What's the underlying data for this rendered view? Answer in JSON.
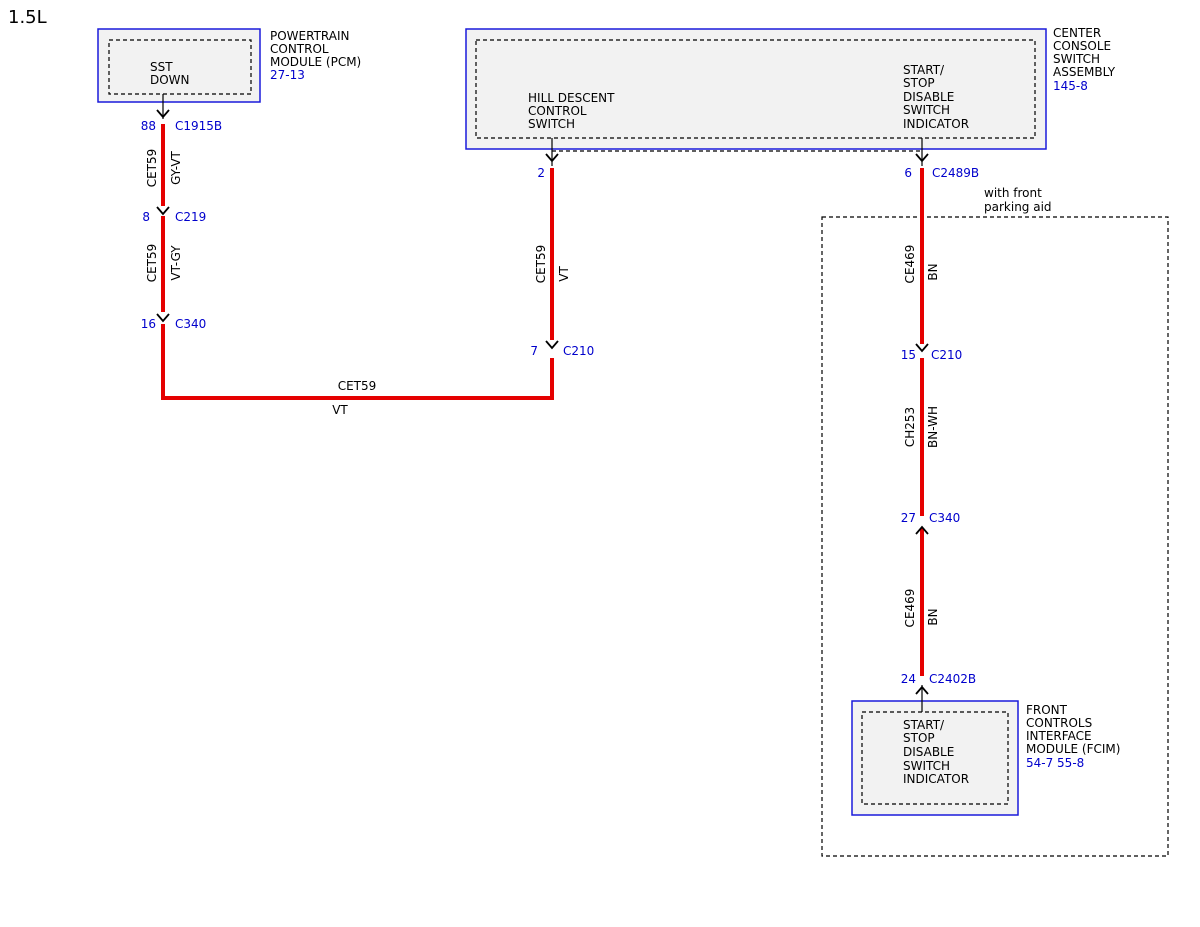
{
  "title": "1.5L",
  "colors": {
    "wire": "#e50000",
    "module_border": "#1a1adb",
    "pin_text": "#0000cc",
    "module_fill": "#f2f2f2"
  },
  "modules": {
    "pcm": {
      "name": [
        "POWERTRAIN",
        "CONTROL",
        "MODULE (PCM)"
      ],
      "ref": "27-13",
      "function": [
        "SST",
        "DOWN"
      ]
    },
    "ccsa": {
      "name": [
        "CENTER",
        "CONSOLE",
        "SWITCH",
        "ASSEMBLY"
      ],
      "ref": "145-8",
      "hdc": [
        "HILL DESCENT",
        "CONTROL",
        "SWITCH"
      ],
      "ssd": [
        "START/",
        "STOP",
        "DISABLE",
        "SWITCH",
        "INDICATOR"
      ]
    },
    "fcim": {
      "name": [
        "FRONT",
        "CONTROLS",
        "INTERFACE",
        "MODULE (FCIM)"
      ],
      "ref": "54-7  55-8",
      "function": [
        "START/",
        "STOP",
        "DISABLE",
        "SWITCH",
        "INDICATOR"
      ]
    }
  },
  "option_note": [
    "with front",
    "parking aid"
  ],
  "connectors": {
    "c1915b": {
      "pin": "88",
      "name": "C1915B"
    },
    "c219": {
      "pin": "8",
      "name": "C219"
    },
    "c340_a": {
      "pin": "16",
      "name": "C340"
    },
    "c210_a": {
      "pin": "2",
      "name": ""
    },
    "c210_b": {
      "pin": "7",
      "name": "C210"
    },
    "c2489b": {
      "pin": "6",
      "name": "C2489B"
    },
    "c210_c": {
      "pin": "15",
      "name": "C210"
    },
    "c340_b": {
      "pin": "27",
      "name": "C340"
    },
    "c2402b": {
      "pin": "24",
      "name": "C2402B"
    }
  },
  "wires": {
    "w1": {
      "circuit": "CET59",
      "color": "GY-VT"
    },
    "w2": {
      "circuit": "CET59",
      "color": "VT-GY"
    },
    "w3": {
      "circuit": "CET59",
      "color": "VT"
    },
    "w4": {
      "circuit": "CET59",
      "color": "VT"
    },
    "w5": {
      "circuit": "CE469",
      "color": "BN"
    },
    "w6": {
      "circuit": "CH253",
      "color": "BN-WH"
    },
    "w7": {
      "circuit": "CE469",
      "color": "BN"
    }
  }
}
